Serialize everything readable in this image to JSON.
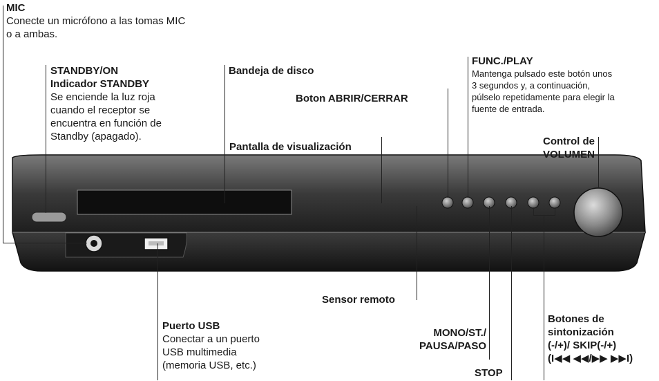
{
  "labels": {
    "mic": {
      "title": "MIC",
      "desc": [
        "Conecte un micrófono a las tomas MIC",
        "o a ambas."
      ]
    },
    "standby": {
      "title1": "STANDBY/ON",
      "title2": "Indicador STANDBY",
      "desc": [
        "Se enciende la luz roja",
        "cuando el receptor se",
        "encuentra en función de",
        "Standby (apagado)."
      ]
    },
    "tray": "Bandeja de disco",
    "open_close": "Boton ABRIR/CERRAR",
    "func_play": {
      "title": "FUNC./PLAY",
      "desc": [
        "Mantenga pulsado este botón unos",
        "3 segundos y, a continuación,",
        "púlselo repetidamente para elegir la",
        "fuente de entrada."
      ]
    },
    "display": "Pantalla de visualización",
    "volume": [
      "Control de",
      "VOLUMEN"
    ],
    "remote": "Sensor remoto",
    "usb": {
      "title": "Puerto USB",
      "desc": [
        "Conectar a un puerto",
        "USB multimedia",
        "(memoria USB, etc.)"
      ]
    },
    "mono": [
      "MONO/ST./",
      "PAUSA/PASO"
    ],
    "stop": "STOP",
    "tuning": [
      "Botones de",
      "sintonización",
      "(-/+)/ SKIP(-/+)",
      "(I◀◀ ◀◀/▶▶ ▶▶I)"
    ]
  },
  "colors": {
    "body_dark": "#2a2a2a",
    "body_mid": "#4a4a4a",
    "body_light": "#8a8a8a",
    "line": "#222222"
  }
}
